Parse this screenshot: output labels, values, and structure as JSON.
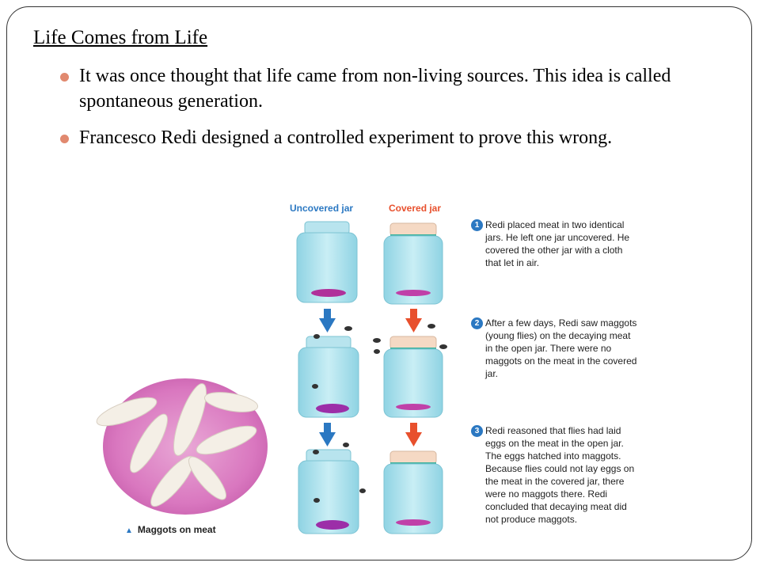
{
  "slide": {
    "title": "Life Comes from Life",
    "bullets": [
      "It was once thought that life came from non-living sources. This idea is called spontaneous generation.",
      "Francesco Redi designed a controlled experiment to prove this wrong."
    ]
  },
  "figure": {
    "uncovered_label": "Uncovered jar",
    "covered_label": "Covered jar",
    "uncovered_color": "#2b78c2",
    "covered_color": "#e8502d",
    "steps": [
      {
        "num": "1",
        "text": "Redi placed meat in two identical jars. He left one jar uncovered. He covered the other jar with a cloth that let in air."
      },
      {
        "num": "2",
        "text": "After a few days, Redi saw maggots (young flies) on the decaying meat in the open jar. There were no maggots on the meat in the covered jar."
      },
      {
        "num": "3",
        "text": "Redi reasoned that flies had laid eggs on the meat in the open jar. The eggs hatched into maggots. Because flies could not lay eggs on the meat in the covered jar, there were no maggots there. Redi concluded that decaying meat did not produce maggots."
      }
    ],
    "caption": "Maggots on meat"
  }
}
